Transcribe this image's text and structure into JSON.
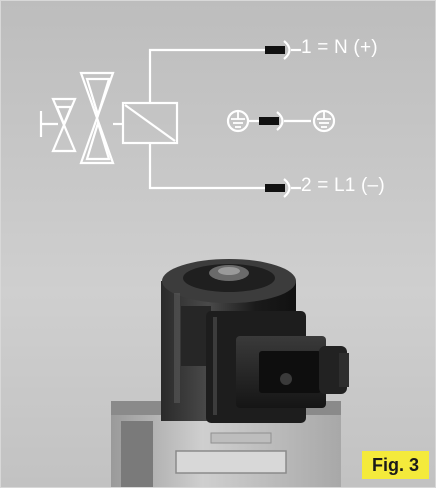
{
  "terminals": {
    "t1_label": "1 = N (+)",
    "t2_label": "2 = L1 (–)"
  },
  "figure": {
    "label": "Fig. 3"
  },
  "colors": {
    "background": "#c4c4c4",
    "lines": "#ffffff",
    "badge": "#f4ea3b"
  }
}
